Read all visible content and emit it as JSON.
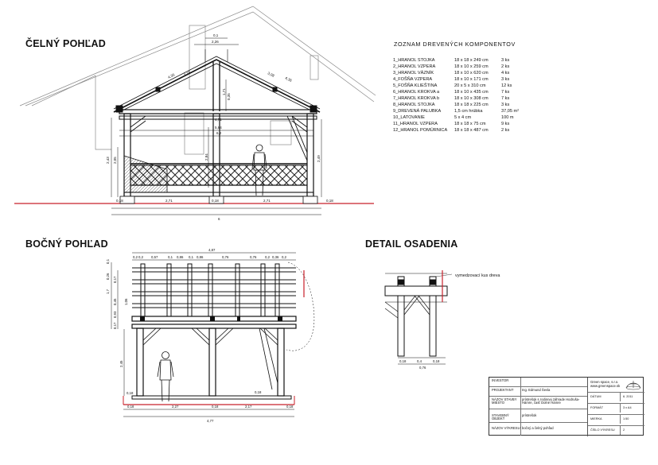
{
  "views": {
    "front": "ČELNÝ POHĽAD",
    "side": "BOČNÝ POHĽAD",
    "detail": "DETAIL OSADENIA"
  },
  "components": {
    "title": "ZOZNAM DREVENÝCH KOMPONENTOV",
    "rows": [
      {
        "name": "1_HRANOL STOJKA",
        "size": "18 x 18 x 249 cm",
        "qty": "3 ks"
      },
      {
        "name": "2_HRANOL VZPERA",
        "size": "18 x 10 x 259 cm",
        "qty": "2 ks"
      },
      {
        "name": "3_HRANOL VÄZNÍK",
        "size": "18 x 10 x 620 cm",
        "qty": "4 ks"
      },
      {
        "name": "4_FOŠŇA VZPERA",
        "size": "18 x 10 x 171 cm",
        "qty": "3 ks"
      },
      {
        "name": "5_FOŠŇA KLIEŠTINA",
        "size": "20 x 5 x 310 cm",
        "qty": "12 ks"
      },
      {
        "name": "6_HRANOL KROKVA a",
        "size": "18 x 10 x 435 cm",
        "qty": "7 ks"
      },
      {
        "name": "7_HRANOL KROKVA b",
        "size": "18 x 10 x 308 cm",
        "qty": "7 ks"
      },
      {
        "name": "8_HRANOL STOJKA",
        "size": "18 x 18 x 225 cm",
        "qty": "3 ks"
      },
      {
        "name": "9_DREVENÁ PALUBKA",
        "size": "1,5 cm hrúbka",
        "qty": "37,05 m²"
      },
      {
        "name": "10_LATOVANIE",
        "size": "5 x 4 cm",
        "qty": "100 m"
      },
      {
        "name": "11_HRANOL VZPERA",
        "size": "18 x 18 x 75 cm",
        "qty": "9 ks"
      },
      {
        "name": "12_HRANOL POMÚRNICA",
        "size": "18 x 18 x 487 cm",
        "qty": "2 ks"
      }
    ]
  },
  "front_dims": {
    "top1": "0,1",
    "top2": "2,26",
    "rafter_l": "4,35",
    "rafter_l2": "3,15",
    "rafter_r": "3,08",
    "rafter_r2": "4,36",
    "lvl1": "4,71",
    "lvl2": "5,84",
    "lvl3": "6,2",
    "v1": "1,71",
    "v2": "0,35",
    "h_left": "2,43",
    "h_left2": "2,05",
    "h_mid": "2,84",
    "h_right": "2,49",
    "b1": "0,18",
    "b2": "2,71",
    "b3": "0,18",
    "b4": "2,71",
    "b5": "0,18",
    "total": "6"
  },
  "side_dims": {
    "top_total": "4,87",
    "top_row": [
      "0,2",
      "0,2",
      "0,57",
      "0,1",
      "0,86",
      "0,1",
      "0,86",
      "0,76",
      "0,76",
      "0,2",
      "0,36",
      "0,2"
    ],
    "l1": "0,1",
    "l2": "0,26",
    "l3": "0,17",
    "l4": "1,7",
    "l5": "0,45",
    "l6": "1,06",
    "l7": "0,93",
    "l8": "0,17",
    "h_post": "2,45",
    "base1": "0,18",
    "base_mid": "0,18",
    "b1": "0,18",
    "b2": "2,27",
    "b3": "0,18",
    "b4": "2,17",
    "b5": "0,18",
    "total": "4,77"
  },
  "detail": {
    "note": "vymedzovací kus dreva",
    "d1": "0,18",
    "d2": "0,4",
    "d3": "0,18",
    "total": "0,76"
  },
  "title_block": {
    "rows": [
      {
        "k": "INVESTOR",
        "v": ""
      },
      {
        "k": "PROJEKTANT",
        "v": "Ing. Edmund Ševla"
      },
      {
        "k": "NÁZOV STAVBY MIESTO",
        "v": "prístrešok s rodinnej záhrade Hodruša-Hámre, časť Dolné Hámre"
      },
      {
        "k": "STAVEBNÝ OBJEKT",
        "v": "prístrešok"
      },
      {
        "k": "NÁZOV VÝKRESU",
        "v": "bočný a čelný pohľad"
      }
    ],
    "firm": "Green space, s.r.o.",
    "firm_url": "www.greenspace.sk",
    "right_rows": [
      {
        "k": "DÁTUM",
        "v": "6. 2011"
      },
      {
        "k": "FORMÁT",
        "v": "3 x A4"
      },
      {
        "k": "MIERKA",
        "v": "1:50"
      },
      {
        "k": "ČÍSLO VÝKRESU",
        "v": "2"
      }
    ]
  },
  "colors": {
    "line": "#111111",
    "ground": "#c8202a",
    "house": "#8a8a8a"
  }
}
